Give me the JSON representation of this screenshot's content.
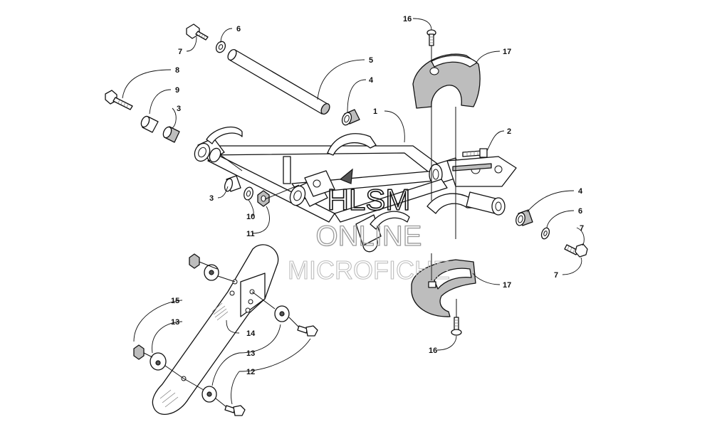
{
  "watermark": {
    "line1": "HLSM",
    "line2": "ONLINE",
    "line3": "MICROFICHE"
  },
  "callouts": {
    "c1": "1",
    "c2": "2",
    "c3a": "3",
    "c3b": "3",
    "c4a": "4",
    "c4b": "4",
    "c5": "5",
    "c6a": "6",
    "c6b": "6",
    "c7a": "7",
    "c7b": "7",
    "c7c": "7",
    "c8": "8",
    "c9": "9",
    "c10": "10",
    "c11": "11",
    "c12": "12",
    "c13a": "13",
    "c13b": "13",
    "c14": "14",
    "c15": "15",
    "c16a": "16",
    "c16b": "16",
    "c17a": "17",
    "c17b": "17"
  }
}
